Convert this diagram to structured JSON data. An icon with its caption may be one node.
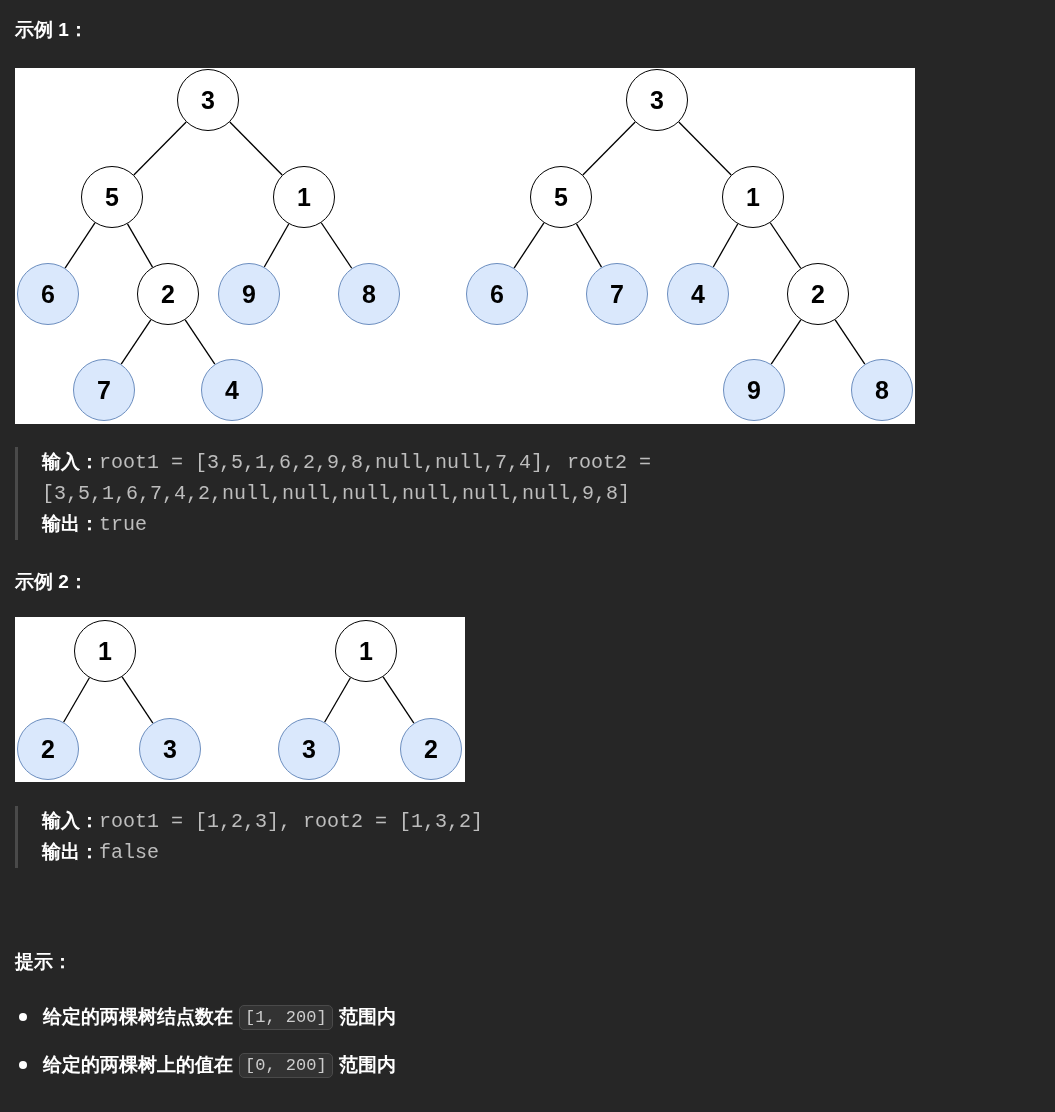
{
  "diagram": {
    "nodes": [
      {
        "text": [
          "3"
        ]
      },
      {
        "text": [
          "5"
        ]
      },
      {
        "text": [
          "1"
        ]
      },
      {
        "text": [
          "6"
        ]
      },
      {
        "text": [
          "2"
        ]
      },
      {
        "text": [
          "9"
        ]
      },
      {
        "text": [
          "8"
        ]
      },
      {
        "text": [
          "7"
        ]
      },
      {
        "text": [
          "4"
        ]
      },
      {
        "text": [
          "3"
        ]
      },
      {
        "text": [
          "5"
        ]
      },
      {
        "text": [
          "1"
        ]
      },
      {
        "text": [
          "6"
        ]
      },
      {
        "text": [
          "7"
        ]
      },
      {
        "text": [
          "4"
        ]
      },
      {
        "text": [
          "2"
        ]
      },
      {
        "text": [
          "9"
        ]
      },
      {
        "text": [
          "8"
        ]
      },
      {
        "text": [
          "1"
        ]
      },
      {
        "text": [
          "2"
        ]
      },
      {
        "text": [
          "3"
        ]
      },
      {
        "text": [
          "1"
        ]
      },
      {
        "text": [
          "3"
        ]
      },
      {
        "text": [
          "2"
        ]
      }
    ],
    "edges": [
      {
        "from": 0,
        "to": 1,
        "arrow": "none"
      },
      {
        "from": 0,
        "to": 2,
        "arrow": "none"
      },
      {
        "from": 1,
        "to": 3,
        "arrow": "none"
      },
      {
        "from": 1,
        "to": 4,
        "arrow": "none"
      },
      {
        "from": 2,
        "to": 5,
        "arrow": "none"
      },
      {
        "from": 2,
        "to": 6,
        "arrow": "none"
      },
      {
        "from": 4,
        "to": 7,
        "arrow": "none"
      },
      {
        "from": 4,
        "to": 8,
        "arrow": "none"
      },
      {
        "from": 9,
        "to": 10,
        "arrow": "none"
      },
      {
        "from": 9,
        "to": 11,
        "arrow": "none"
      },
      {
        "from": 10,
        "to": 12,
        "arrow": "none"
      },
      {
        "from": 10,
        "to": 13,
        "arrow": "none"
      },
      {
        "from": 11,
        "to": 14,
        "arrow": "none"
      },
      {
        "from": 11,
        "to": 15,
        "arrow": "none"
      },
      {
        "from": 15,
        "to": 16,
        "arrow": "none"
      },
      {
        "from": 15,
        "to": 17,
        "arrow": "none"
      },
      {
        "from": 18,
        "to": 19,
        "arrow": "none"
      },
      {
        "from": 18,
        "to": 20,
        "arrow": "none"
      },
      {
        "from": 21,
        "to": 22,
        "arrow": "none"
      },
      {
        "from": 21,
        "to": 23,
        "arrow": "none"
      }
    ],
    "labels": [
      "示例 1：",
      "输入：",
      "root1 = [3,5,1,6,2,9,8,null,null,7,4], root2 = [3,5,1,6,7,4,2,null,null,null,null,null,null,9,8]",
      "输出：",
      "true",
      "示例 2：",
      "输入：",
      "root1 = [1,2,3], root2 = [1,3,2]",
      "输出：",
      "false",
      "提示：",
      "给定的两棵树结点数在",
      "[1, 200]",
      "范围内",
      "给定的两棵树上的值在",
      "[0, 200]",
      "范围内"
    ]
  }
}
